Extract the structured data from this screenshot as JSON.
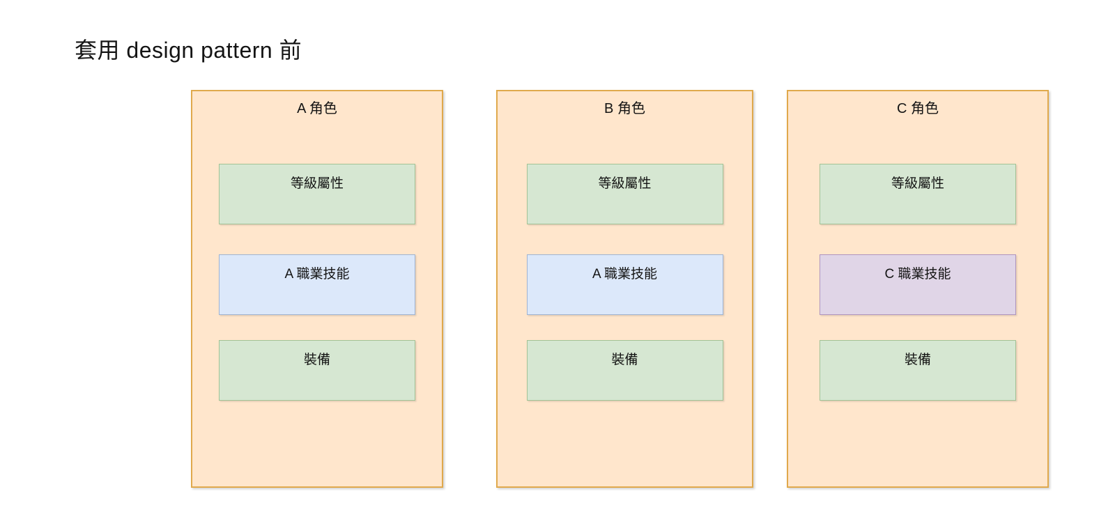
{
  "title": "套用 design pattern 前",
  "colors": {
    "panel_fill": "#FFE6CC",
    "panel_stroke": "#E0A94C",
    "green_fill": "#D6E7D2",
    "green_stroke": "#A2C295",
    "blue_fill": "#DCE8FA",
    "blue_stroke": "#9FB3D1",
    "purple_fill": "#E0D5E7",
    "purple_stroke": "#AF94BF"
  },
  "panels": [
    {
      "title": "A 角色",
      "boxes": [
        {
          "label": "等級屬性",
          "variant": "green"
        },
        {
          "label": "A 職業技能",
          "variant": "blue"
        },
        {
          "label": "裝備",
          "variant": "green"
        }
      ]
    },
    {
      "title": "B 角色",
      "boxes": [
        {
          "label": "等級屬性",
          "variant": "green"
        },
        {
          "label": "A 職業技能",
          "variant": "blue"
        },
        {
          "label": "裝備",
          "variant": "green"
        }
      ]
    },
    {
      "title": "C 角色",
      "boxes": [
        {
          "label": "等級屬性",
          "variant": "green"
        },
        {
          "label": "C 職業技能",
          "variant": "purple"
        },
        {
          "label": "裝備",
          "variant": "green"
        }
      ]
    }
  ]
}
